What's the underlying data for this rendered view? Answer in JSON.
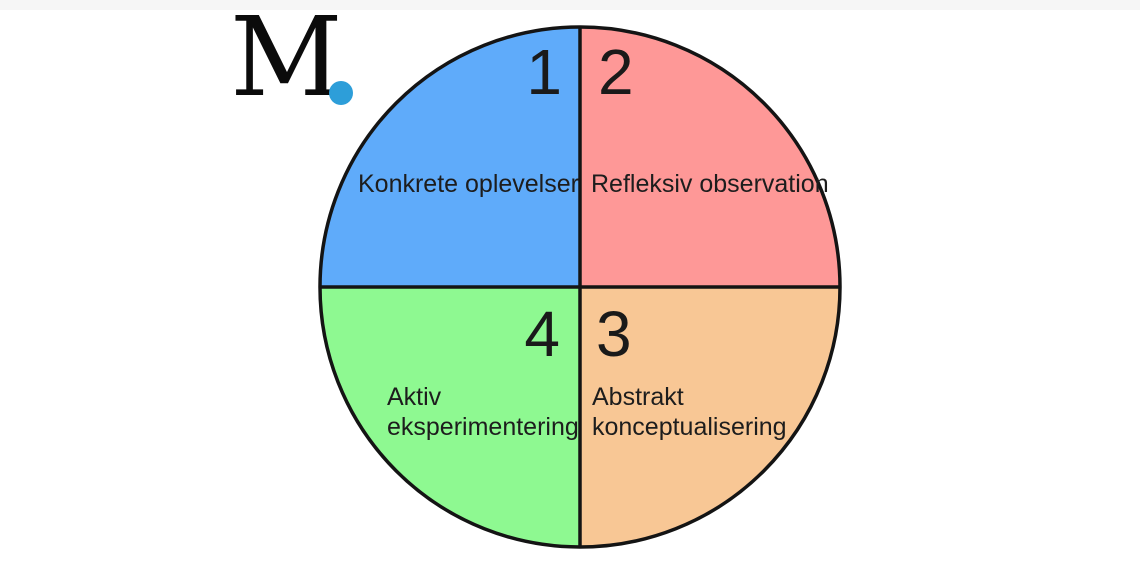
{
  "logo": {
    "letter": "M",
    "dot_color": "#2d9ed9"
  },
  "diagram": {
    "type": "quadrant-circle",
    "outline_color": "#141414",
    "quadrants": [
      {
        "id": "top-left",
        "number": "1",
        "label": "Konkrete oplevelser",
        "lines": [
          "Konkrete oplevelser"
        ],
        "color": "#5fabfa"
      },
      {
        "id": "top-right",
        "number": "2",
        "label": "Refleksiv observation",
        "lines": [
          "Refleksiv observation"
        ],
        "color": "#fe9897"
      },
      {
        "id": "bottom-right",
        "number": "3",
        "label": "Abstrakt konceptualisering",
        "lines": [
          "Abstrakt",
          "konceptualisering"
        ],
        "color": "#f8c795"
      },
      {
        "id": "bottom-left",
        "number": "4",
        "label": "Aktiv eksperimentering",
        "lines": [
          "Aktiv",
          "eksperimentering"
        ],
        "color": "#8ef991"
      }
    ]
  }
}
